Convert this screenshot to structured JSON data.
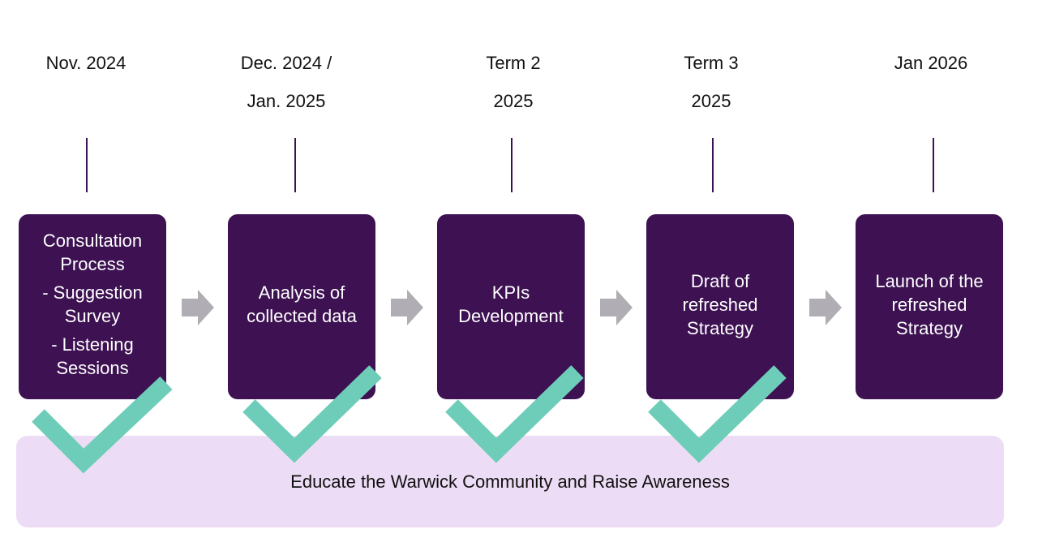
{
  "stages": [
    {
      "date": [
        "Nov. 2024"
      ],
      "lines": [
        "Consultation Process",
        "- Suggestion Survey",
        "- Listening Sessions"
      ],
      "completed": true
    },
    {
      "date": [
        "Dec. 2024 /",
        "Jan. 2025"
      ],
      "lines": [
        "Analysis of collected data"
      ],
      "completed": true
    },
    {
      "date": [
        "Term 2",
        "2025"
      ],
      "lines": [
        "KPIs Development"
      ],
      "completed": true
    },
    {
      "date": [
        "Term 3",
        "2025"
      ],
      "lines": [
        "Draft of refreshed Strategy"
      ],
      "completed": true
    },
    {
      "date": [
        "Jan 2026"
      ],
      "lines": [
        "Launch of the refreshed Strategy"
      ],
      "completed": false
    }
  ],
  "banner": "Educate the Warwick Community and Raise Awareness",
  "colors": {
    "box": "#3d1152",
    "check": "#6ecdb8",
    "banner": "#eddcf5",
    "arrow": "#b1adb4"
  }
}
